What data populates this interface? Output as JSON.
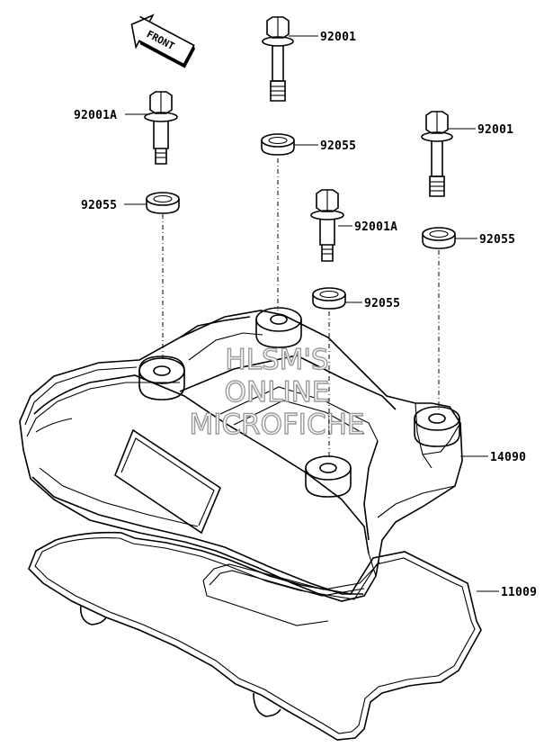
{
  "front_arrow": {
    "text": "FRONT"
  },
  "watermark": {
    "line1": "HLSM'S",
    "line2": "ONLINE",
    "line3": "MICROFICHE"
  },
  "labels": [
    {
      "id": "bolt-top-center",
      "text": "92001"
    },
    {
      "id": "bolt-left",
      "text": "92001A"
    },
    {
      "id": "bolt-right",
      "text": "92001"
    },
    {
      "id": "washer-top-center",
      "text": "92055"
    },
    {
      "id": "washer-left",
      "text": "92055"
    },
    {
      "id": "bolt-center",
      "text": "92001A"
    },
    {
      "id": "washer-right",
      "text": "92055"
    },
    {
      "id": "washer-center",
      "text": "92055"
    },
    {
      "id": "cylinder-head-cover",
      "text": "14090"
    },
    {
      "id": "gasket",
      "text": "11009"
    }
  ]
}
